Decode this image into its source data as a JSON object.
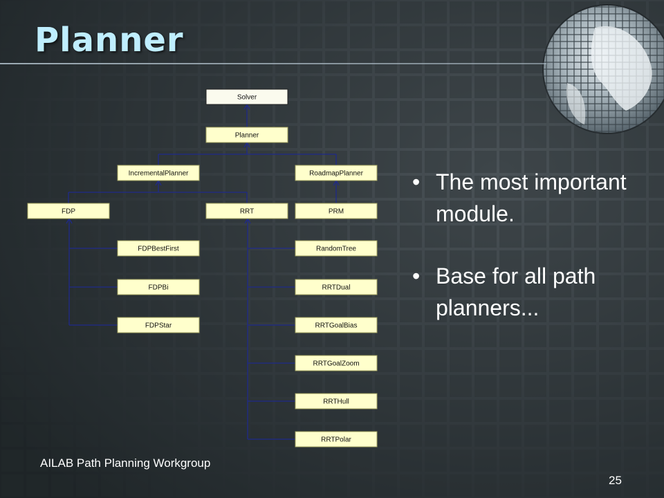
{
  "slide": {
    "title": "Planner",
    "bullets": [
      "The most important module.",
      " Base for all path planners..."
    ],
    "footer": "AILAB Path Planning Workgroup",
    "page_number": "25"
  },
  "diagram": {
    "nodes": [
      {
        "id": "solver",
        "label": "Solver",
        "parent": null
      },
      {
        "id": "planner",
        "label": "Planner",
        "parent": "solver"
      },
      {
        "id": "incremental",
        "label": "IncrementalPlanner",
        "parent": "planner"
      },
      {
        "id": "roadmap",
        "label": "RoadmapPlanner",
        "parent": "planner"
      },
      {
        "id": "fdp",
        "label": "FDP",
        "parent": "incremental"
      },
      {
        "id": "rrt",
        "label": "RRT",
        "parent": "incremental"
      },
      {
        "id": "prm",
        "label": "PRM",
        "parent": "roadmap"
      },
      {
        "id": "fdpbestfirst",
        "label": "FDPBestFirst",
        "parent": "fdp"
      },
      {
        "id": "fdpbi",
        "label": "FDPBi",
        "parent": "fdp"
      },
      {
        "id": "fdpstar",
        "label": "FDPStar",
        "parent": "fdp"
      },
      {
        "id": "randomtree",
        "label": "RandomTree",
        "parent": "rrt"
      },
      {
        "id": "rrtdual",
        "label": "RRTDual",
        "parent": "rrt"
      },
      {
        "id": "rrtgoalbias",
        "label": "RRTGoalBias",
        "parent": "rrt"
      },
      {
        "id": "rrtgoalzoom",
        "label": "RRTGoalZoom",
        "parent": "rrt"
      },
      {
        "id": "rrthull",
        "label": "RRTHull",
        "parent": "rrt"
      },
      {
        "id": "rrtpolar",
        "label": "RRTPolar",
        "parent": "rrt"
      }
    ]
  }
}
